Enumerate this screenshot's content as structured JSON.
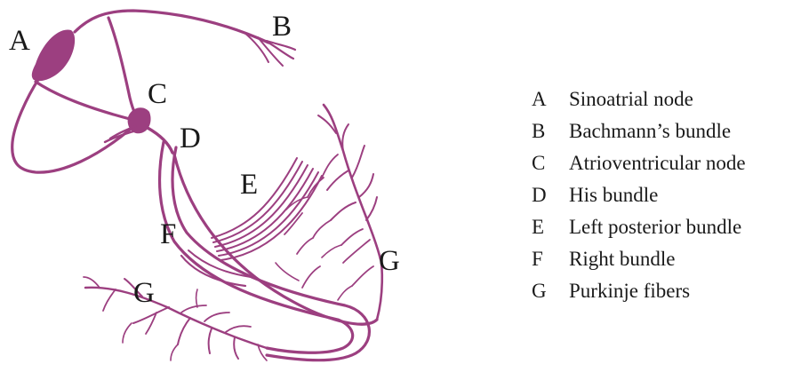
{
  "colors": {
    "conduction": "#9c3f80",
    "text": "#1a1a1a",
    "background": "#ffffff"
  },
  "diagram_labels": {
    "A": "A",
    "B": "B",
    "C": "C",
    "D": "D",
    "E": "E",
    "F": "F",
    "G_right": "G",
    "G_left": "G"
  },
  "legend": [
    {
      "letter": "A",
      "text": "Sinoatrial node"
    },
    {
      "letter": "B",
      "text": "Bachmann’s bundle"
    },
    {
      "letter": "C",
      "text": "Atrioventricular node"
    },
    {
      "letter": "D",
      "text": "His bundle"
    },
    {
      "letter": "E",
      "text": "Left posterior bundle"
    },
    {
      "letter": "F",
      "text": "Right bundle"
    },
    {
      "letter": "G",
      "text": "Purkinje fibers"
    }
  ]
}
